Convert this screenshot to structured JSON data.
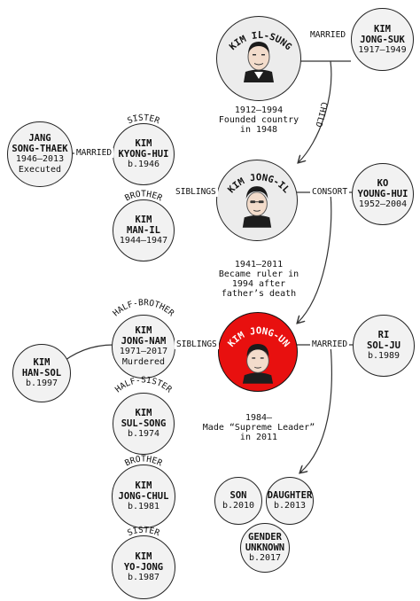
{
  "people": {
    "kis": {
      "name": "KIM IL-SUNG",
      "desc": "1912–1994\nFounded country\nin 1948"
    },
    "kjs": {
      "name": "KIM\nJONG-SUK",
      "years": "1917–1949"
    },
    "kji": {
      "name": "KIM JONG-IL",
      "desc": "1941–2011\nBecame ruler in\n1994 after\nfather’s death"
    },
    "kyh": {
      "name": "KO\nYOUNG-HUI",
      "years": "1952–2004"
    },
    "kkh": {
      "name": "KIM\nKYONG-HUI",
      "years": "b.1946",
      "role": "SISTER"
    },
    "jst": {
      "name": "JANG\nSONG-THAEK",
      "years": "1946–2013\nExecuted"
    },
    "kmi": {
      "name": "KIM\nMAN-IL",
      "years": "1944–1947",
      "role": "BROTHER"
    },
    "kju": {
      "name": "KIM JONG-UN",
      "desc": "1984–\nMade “Supreme Leader”\nin 2011"
    },
    "rsj": {
      "name": "RI\nSOL-JU",
      "years": "b.1989"
    },
    "kjn": {
      "name": "KIM\nJONG-NAM",
      "years": "1971–2017\nMurdered",
      "role": "HALF-BROTHER"
    },
    "khs": {
      "name": "KIM\nHAN-SOL",
      "years": "b.1997"
    },
    "kss": {
      "name": "KIM\nSUL-SONG",
      "years": "b.1974",
      "role": "HALF-SISTER"
    },
    "kjc": {
      "name": "KIM\nJONG-CHUL",
      "years": "b.1981",
      "role": "BROTHER"
    },
    "kyj": {
      "name": "KIM\nYO-JONG",
      "years": "b.1987",
      "role": "SISTER"
    },
    "son": {
      "name": "SON",
      "years": "b.2010"
    },
    "dau": {
      "name": "DAUGHTER",
      "years": "b.2013"
    },
    "gen": {
      "name": "GENDER\nUNKNOWN",
      "years": "b.2017"
    }
  },
  "relations": {
    "married_1": "MARRIED",
    "child": "CHILD",
    "married_2": "MARRIED",
    "siblings_1": "SIBLINGS",
    "consort": "CONSORT",
    "siblings_2": "SIBLINGS",
    "married_3": "MARRIED"
  },
  "colors": {
    "leader_highlight": "#e8100f",
    "circle_fill": "#f2f2f2",
    "line": "#333333"
  }
}
